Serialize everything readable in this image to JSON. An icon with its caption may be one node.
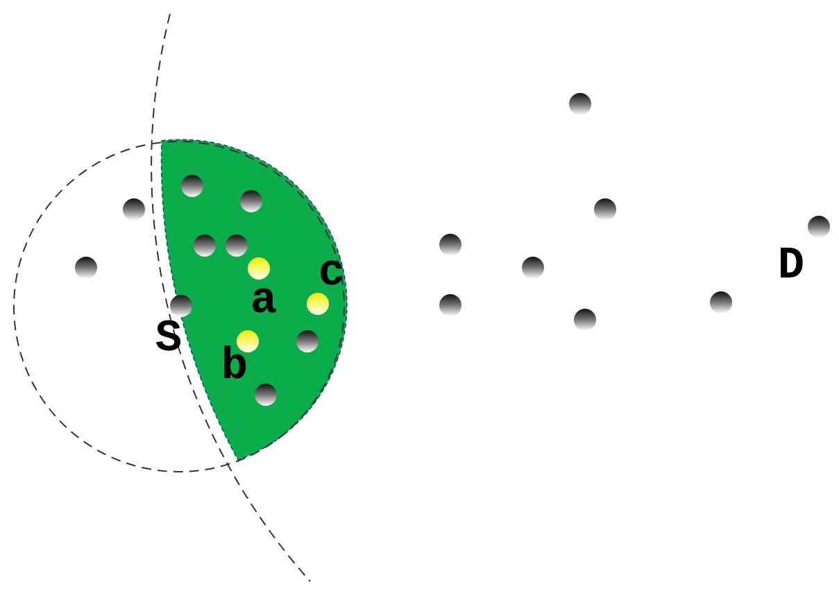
{
  "diagram": {
    "labels": [
      "c",
      "D",
      "a",
      "S",
      "b"
    ]
  }
}
